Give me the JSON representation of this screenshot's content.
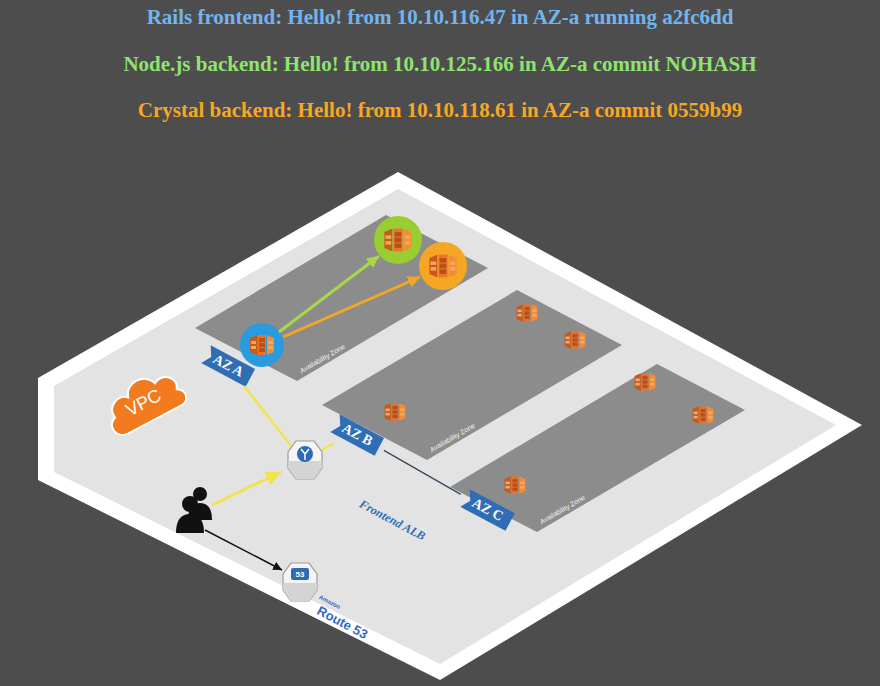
{
  "diagram": {
    "nodes": [
      {
        "text": [
          "VPC"
        ]
      },
      {
        "text": [
          "Availability Zone"
        ]
      },
      {
        "text": [
          "AZ A"
        ]
      },
      {
        "text": [
          "Availability Zone"
        ]
      },
      {
        "text": [
          "AZ B"
        ]
      },
      {
        "text": [
          "Availability Zone"
        ]
      },
      {
        "text": [
          "AZ C"
        ]
      }
    ],
    "edges": [
      {
        "from": 4,
        "to": 6,
        "arrow": "none",
        "label": "Frontend ALB"
      }
    ],
    "labels": [
      "Rails frontend: Hello! from 10.10.116.47 in AZ-a running a2fc6dd",
      "Node.js backend: Hello! from 10.10.125.166 in AZ-a commit NOHASH",
      "Crystal backend: Hello! from 10.10.118.61 in AZ-a commit 0559b99",
      "53",
      "Amazon",
      "Route 53"
    ]
  }
}
